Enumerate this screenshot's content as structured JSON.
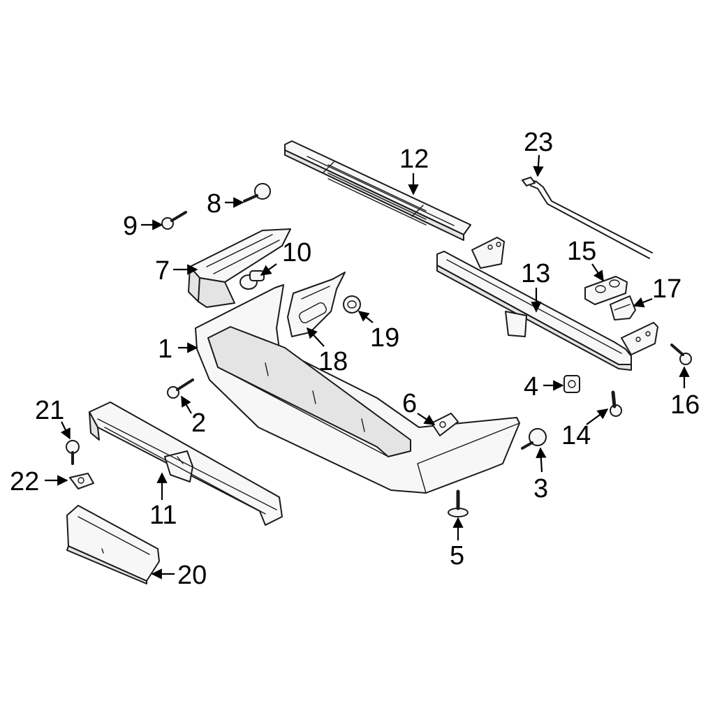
{
  "colors": {
    "stroke": "#1a1a1a",
    "fill": "#f7f7f7",
    "background": "#ffffff"
  },
  "callouts": [
    {
      "id": "c1",
      "label": "1"
    },
    {
      "id": "c2",
      "label": "2"
    },
    {
      "id": "c3",
      "label": "3"
    },
    {
      "id": "c4",
      "label": "4"
    },
    {
      "id": "c5",
      "label": "5"
    },
    {
      "id": "c6",
      "label": "6"
    },
    {
      "id": "c7",
      "label": "7"
    },
    {
      "id": "c8",
      "label": "8"
    },
    {
      "id": "c9",
      "label": "9"
    },
    {
      "id": "c10",
      "label": "10"
    },
    {
      "id": "c11",
      "label": "11"
    },
    {
      "id": "c12",
      "label": "12"
    },
    {
      "id": "c13",
      "label": "13"
    },
    {
      "id": "c14",
      "label": "14"
    },
    {
      "id": "c15",
      "label": "15"
    },
    {
      "id": "c16",
      "label": "16"
    },
    {
      "id": "c17",
      "label": "17"
    },
    {
      "id": "c18",
      "label": "18"
    },
    {
      "id": "c19",
      "label": "19"
    },
    {
      "id": "c20",
      "label": "20"
    },
    {
      "id": "c21",
      "label": "21"
    },
    {
      "id": "c22",
      "label": "22"
    },
    {
      "id": "c23",
      "label": "23"
    }
  ]
}
